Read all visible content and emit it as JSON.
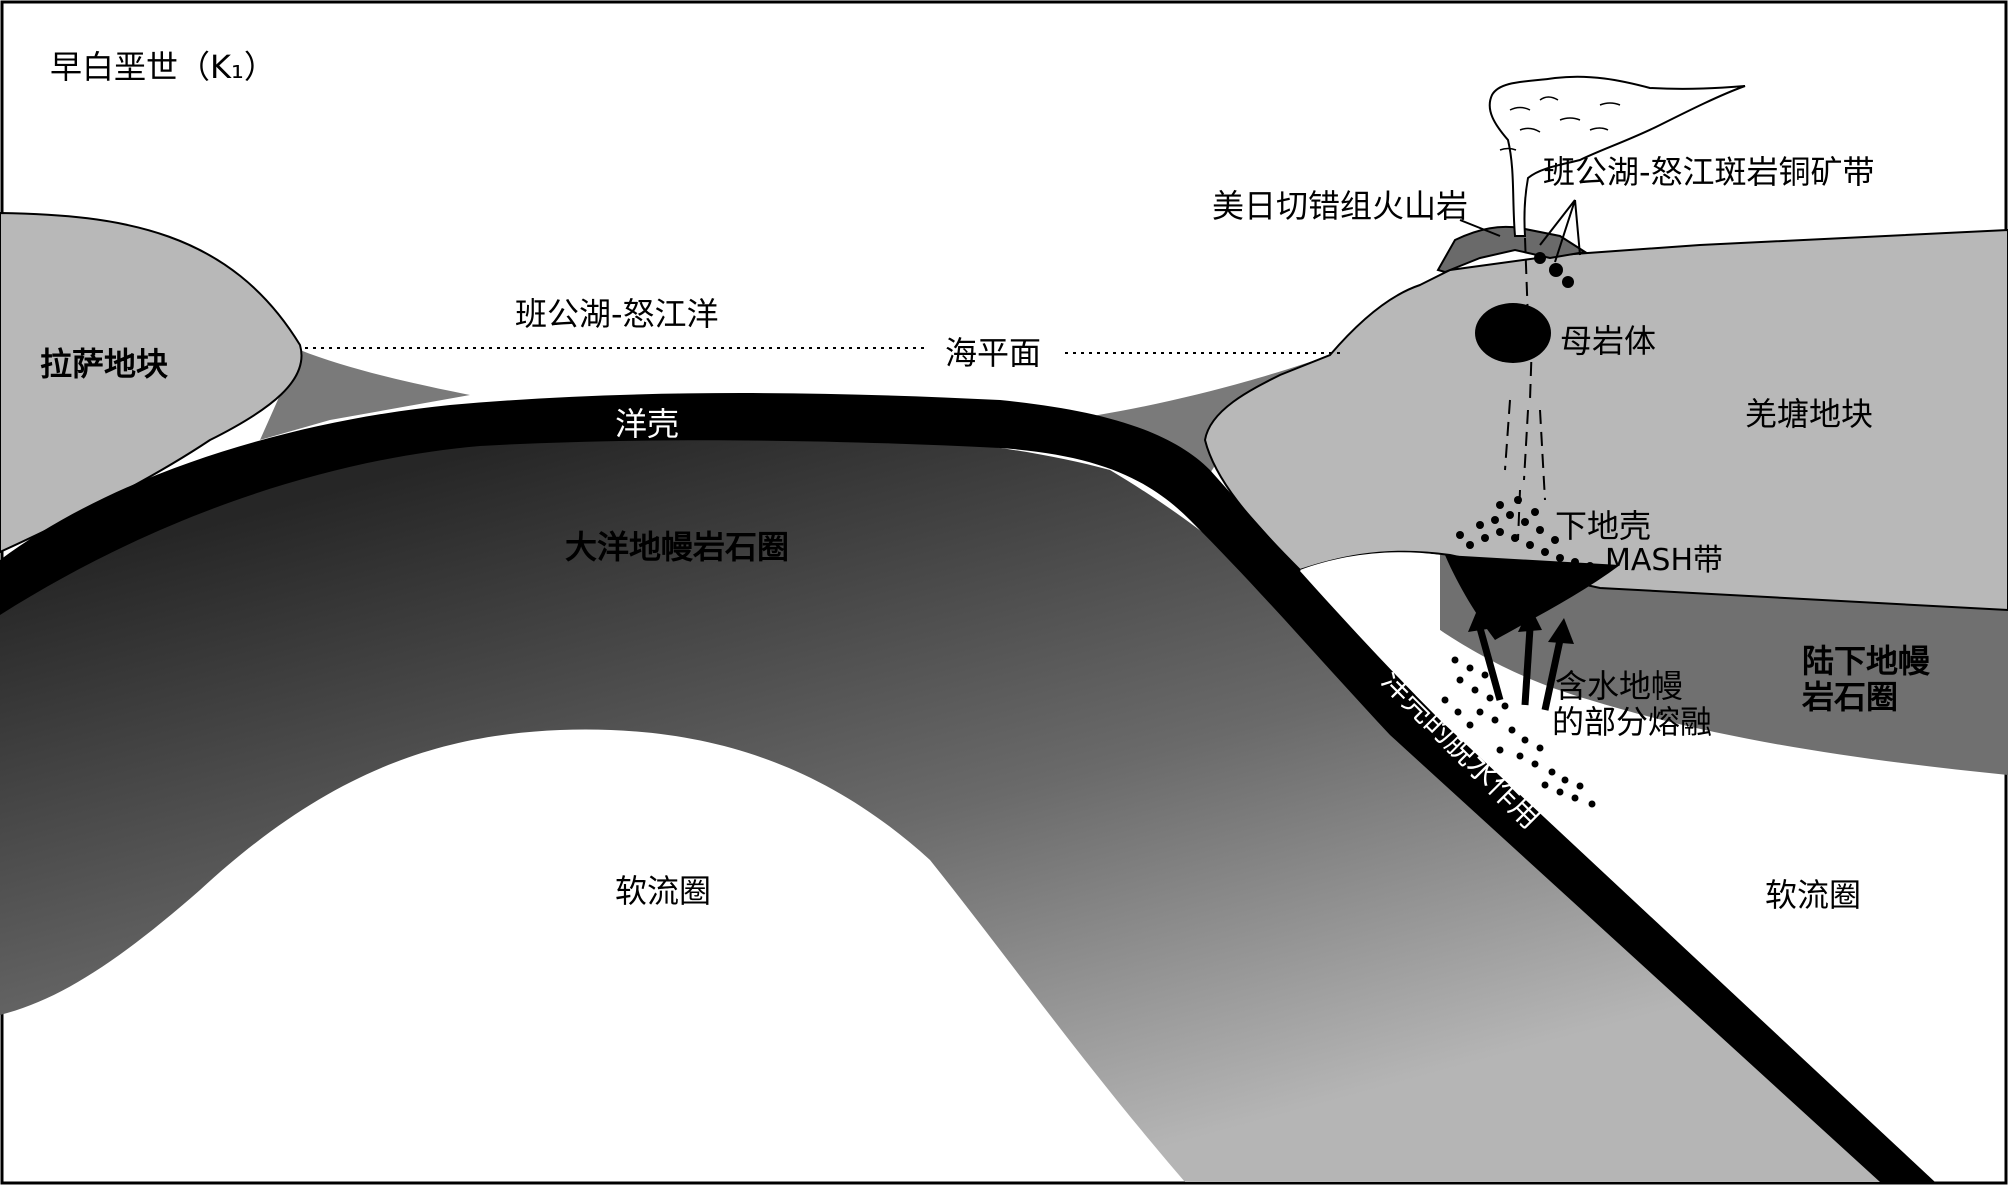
{
  "diagram": {
    "period_label": "早白垩世（K₁）",
    "labels": {
      "lhasa_block": "拉萨地块",
      "bangong_ocean": "班公湖-怒江洋",
      "sea_level": "海平面",
      "oceanic_crust": "洋壳",
      "oceanic_mantle_lithosphere": "大洋地幔岩石圈",
      "asthenosphere_left": "软流圈",
      "asthenosphere_right": "软流圈",
      "qiangtang_block": "羌塘地块",
      "meiri_volcanics": "美日切错组火山岩",
      "porphyry_belt": "班公湖-怒江斑岩铜矿带",
      "parent_pluton": "母岩体",
      "lower_crust": "下地壳",
      "mash_zone": "MASH带",
      "hydrous_melting_line1": "含水地幔",
      "hydrous_melting_line2": "的部分熔融",
      "continental_mantle_line1": "陆下地幔",
      "continental_mantle_line2": "岩石圈",
      "dehydration": "洋壳的脱水作用"
    },
    "colors": {
      "block_light": "#b8b8b8",
      "sediment": "#7a7a7a",
      "crust_black": "#000000",
      "mantle_dark": "#2a2a2a",
      "mantle_light": "#b0b0b0",
      "continental_mantle": "#707070",
      "background": "#ffffff"
    }
  }
}
